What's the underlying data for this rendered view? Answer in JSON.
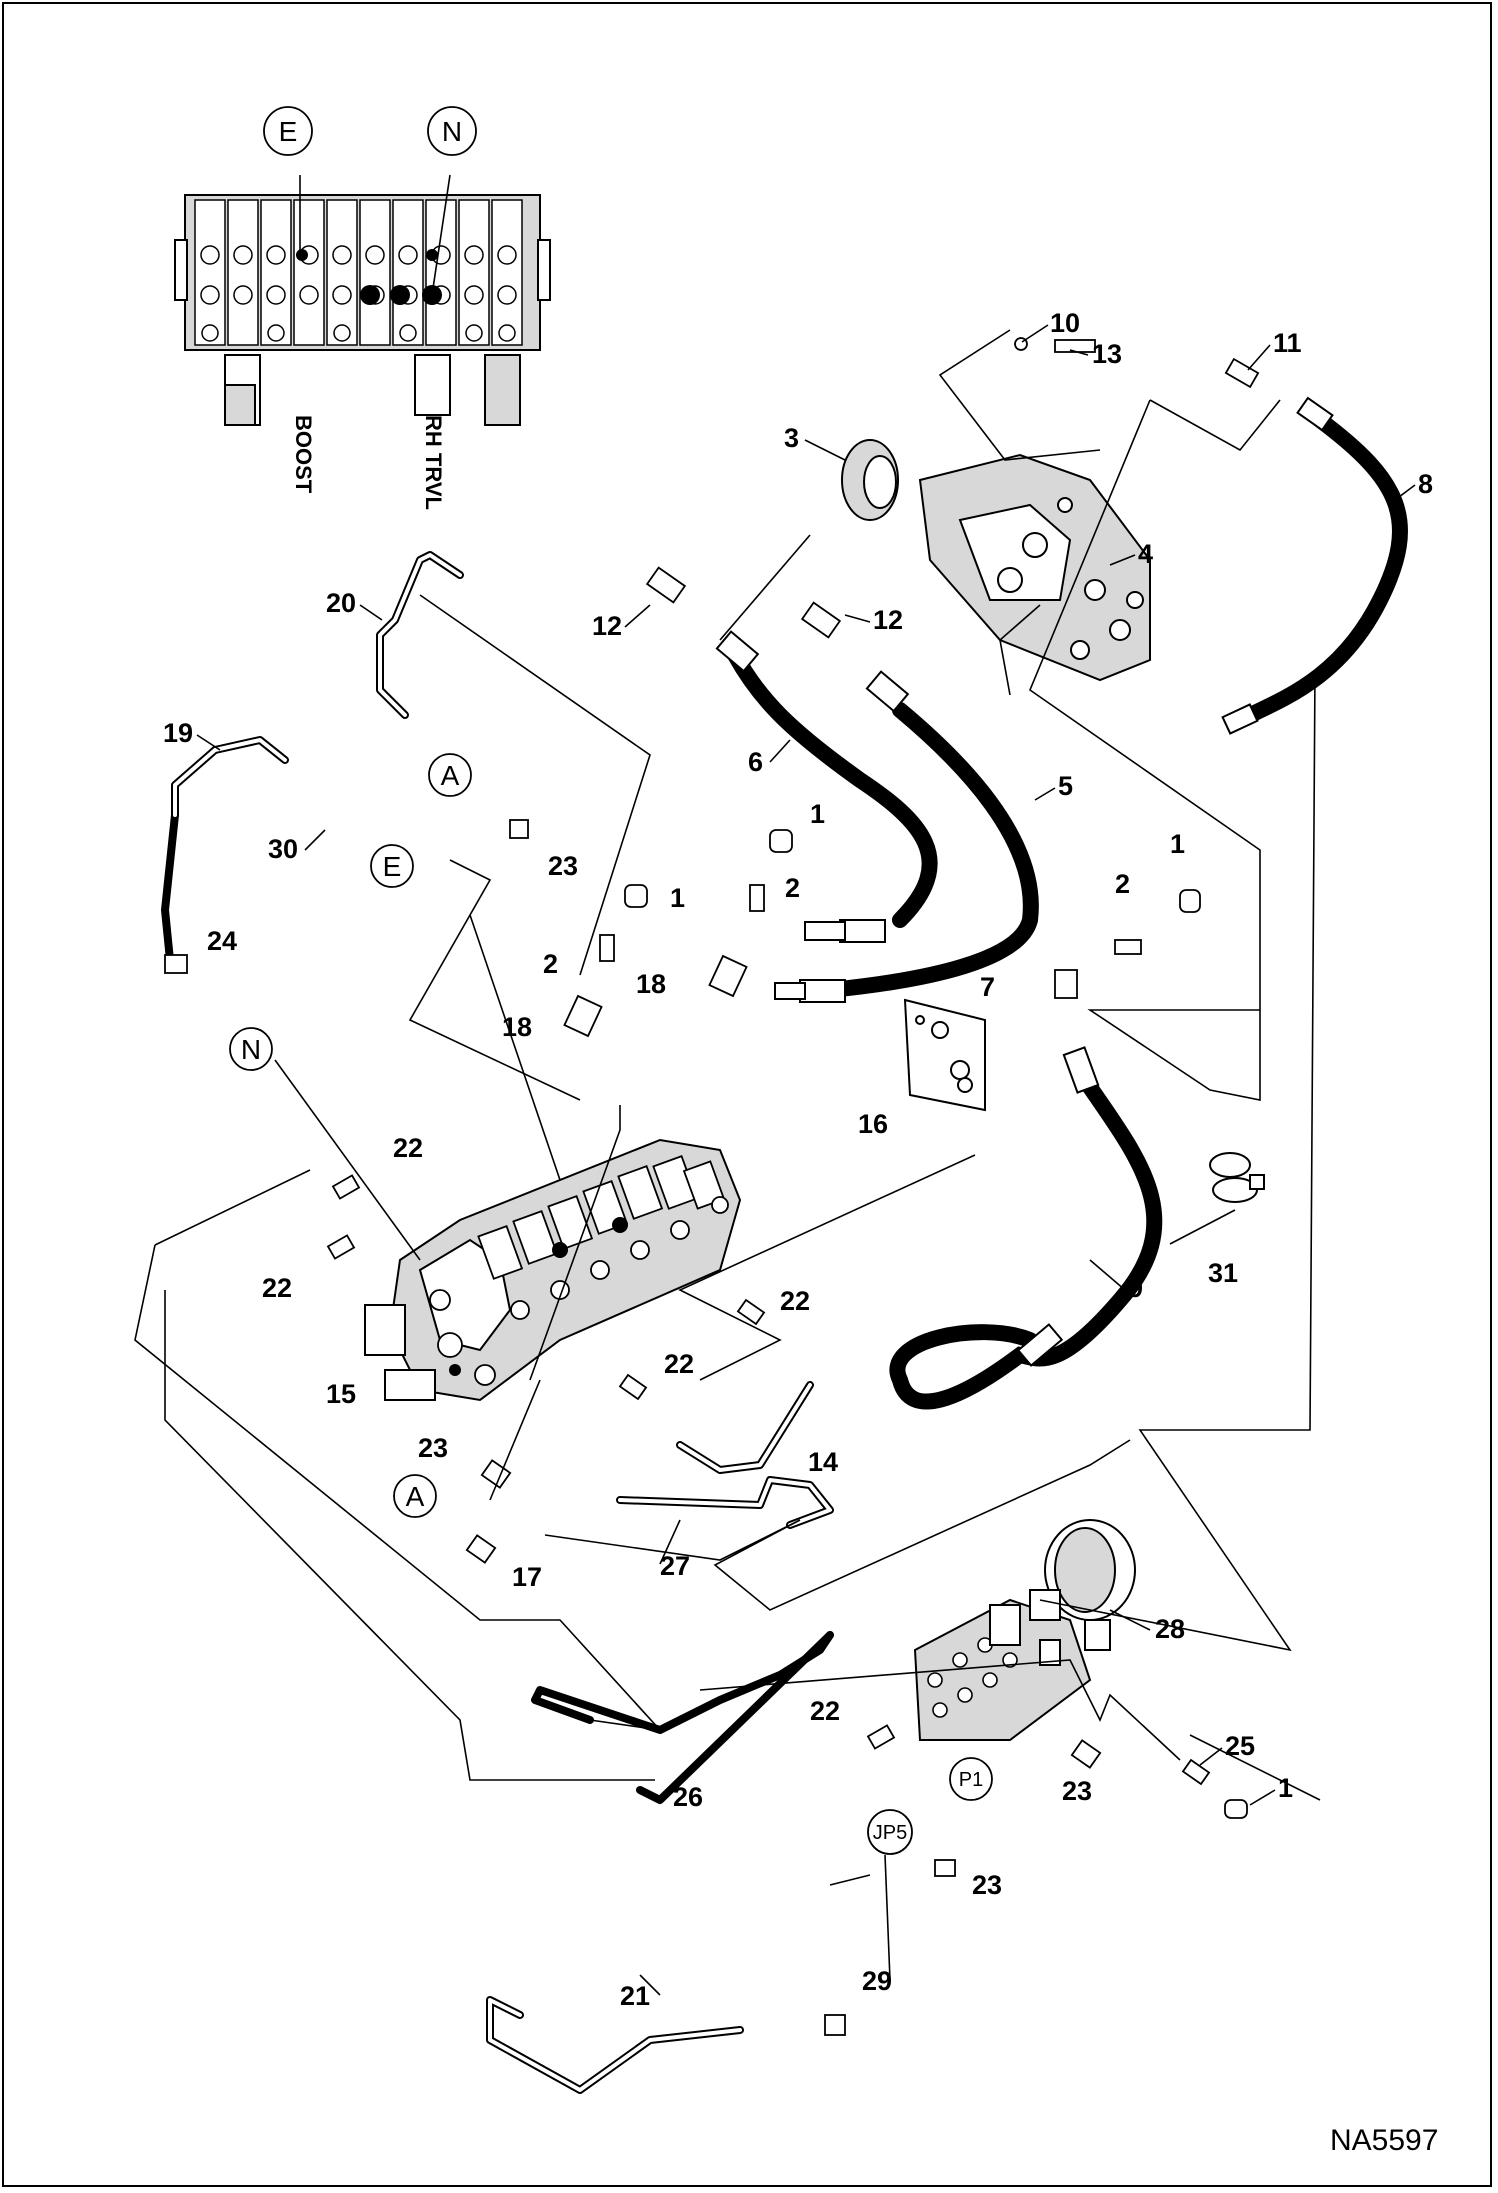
{
  "diagram": {
    "drawing_id": "NA5597",
    "inset_labels": [
      "BOOST",
      "RH TRVL"
    ],
    "circled_refs": {
      "E": "E",
      "N": "N",
      "A": "A",
      "JP5": "JP5",
      "P1": "P1"
    },
    "callouts": {
      "c1a": "1",
      "c1b": "1",
      "c1c": "1",
      "c1d": "1",
      "c2a": "2",
      "c2b": "2",
      "c2c": "2",
      "c3": "3",
      "c4": "4",
      "c5": "5",
      "c6": "6",
      "c7": "7",
      "c8": "8",
      "c9": "9",
      "c10": "10",
      "c11": "11",
      "c12a": "12",
      "c12b": "12",
      "c13": "13",
      "c14": "14",
      "c15": "15",
      "c16": "16",
      "c17": "17",
      "c18a": "18",
      "c18b": "18",
      "c19": "19",
      "c20": "20",
      "c21": "21",
      "c22a": "22",
      "c22b": "22",
      "c22c": "22",
      "c22d": "22",
      "c22e": "22",
      "c23a": "23",
      "c23b": "23",
      "c23c": "23",
      "c23d": "23",
      "c24": "24",
      "c25": "25",
      "c26": "26",
      "c27": "27",
      "c28": "28",
      "c29": "29",
      "c30": "30",
      "c31": "31"
    }
  }
}
